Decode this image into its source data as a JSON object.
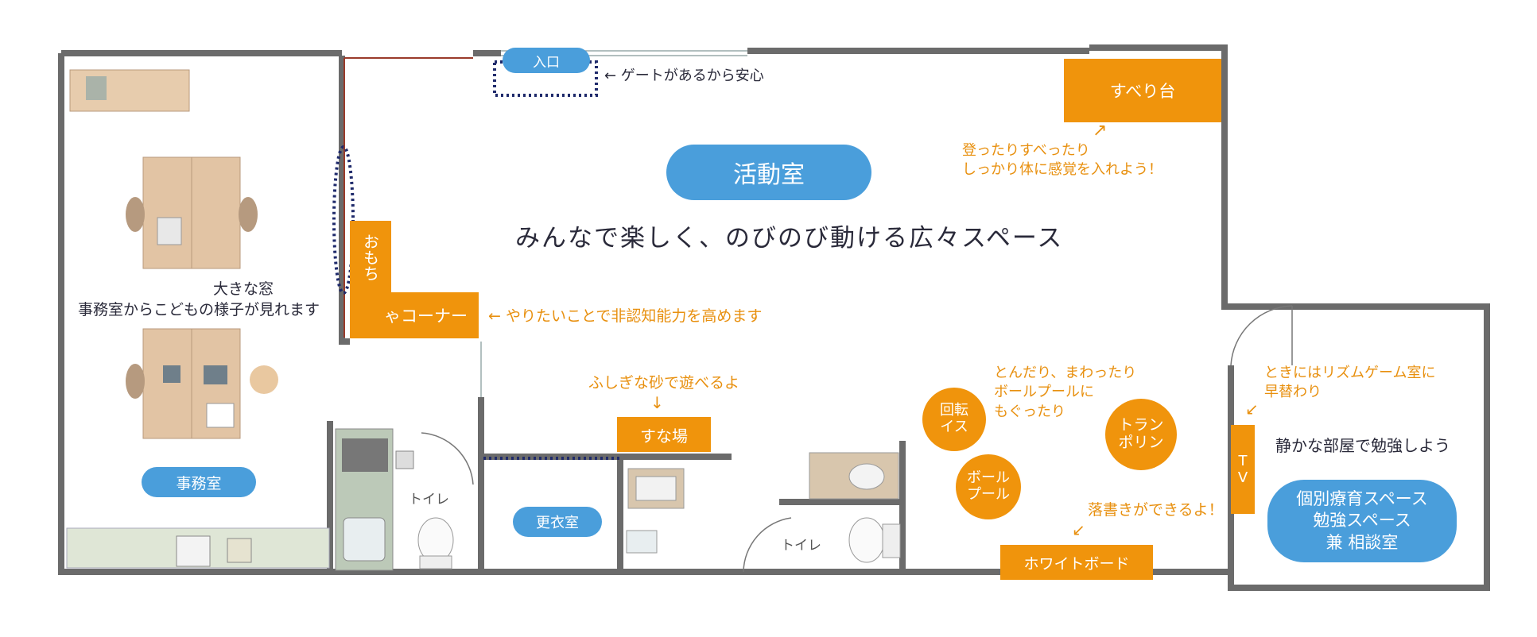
{
  "rooms": {
    "activity": "活動室",
    "office": "事務室",
    "changing": "更衣室",
    "individual": [
      "個別療育スペース",
      "勉強スペース",
      "兼 相談室"
    ]
  },
  "labels": {
    "entrance": "入口",
    "toilet1": "トイレ",
    "toilet2": "トイレ"
  },
  "zones": {
    "slide": "すべり台",
    "toy_corner_vertical": "おもち",
    "toy_corner_horizontal": "ゃコーナー",
    "sand": "すな場",
    "whiteboard": "ホワイトボード",
    "tv": "TV",
    "swivel": [
      "回転",
      "イス"
    ],
    "ballpool": [
      "ボール",
      "プール"
    ],
    "trampoline": [
      "トラン",
      "ポリン"
    ]
  },
  "notes": {
    "gate": "← ゲートがあるから安心",
    "slide": [
      "登ったりすべったり",
      "しっかり体に感覚を入れよう！"
    ],
    "activity_desc": "みんなで楽しく、のびのび動ける広々スペース",
    "window": [
      "大きな窓",
      "事務室からこどもの様子が見れます"
    ],
    "toy": "← やりたいことで非認知能力を高めます",
    "sand": "ふしぎな砂で遊べるよ",
    "play": [
      "とんだり、まわったり",
      "ボールプールに",
      "もぐったり"
    ],
    "rhythm": [
      "ときにはリズムゲーム室に",
      "早替わり"
    ],
    "study": "静かな部屋で勉強しよう",
    "whiteboard": "落書きができるよ！"
  },
  "colors": {
    "orange": "#f0940c",
    "blue": "#4a9edb",
    "navy": "#1f2a6b",
    "wall": "#6b6b6b"
  }
}
